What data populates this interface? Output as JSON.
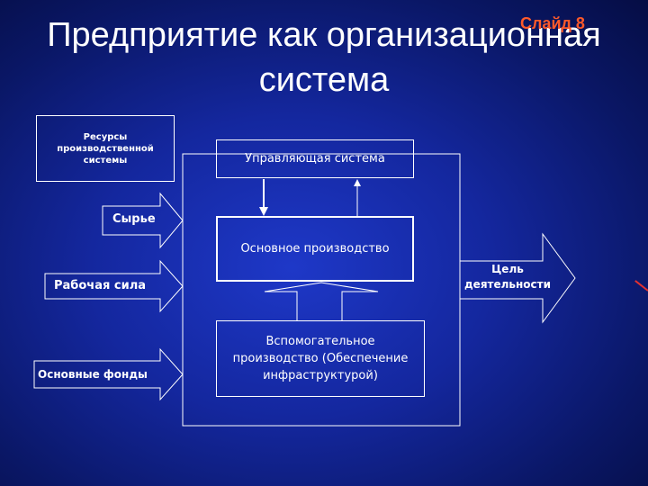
{
  "slide": {
    "title": "Предприятие как организационная система",
    "number_label": "Слайд 8"
  },
  "diagram": {
    "resources": "Ресурсы производственной системы",
    "management": "Управляющая система",
    "production": "Основное производство",
    "auxiliary": "Вспомогательное производство (Обеспечение инфраструктурой)",
    "inputs": {
      "raw": "Сырье",
      "labor": "Рабочая сила",
      "assets": "Основные фонды"
    },
    "output": "Цель деятельности"
  },
  "colors": {
    "background": "#14279e",
    "text": "#ffffff",
    "slide_number": "#ff5a2a"
  }
}
